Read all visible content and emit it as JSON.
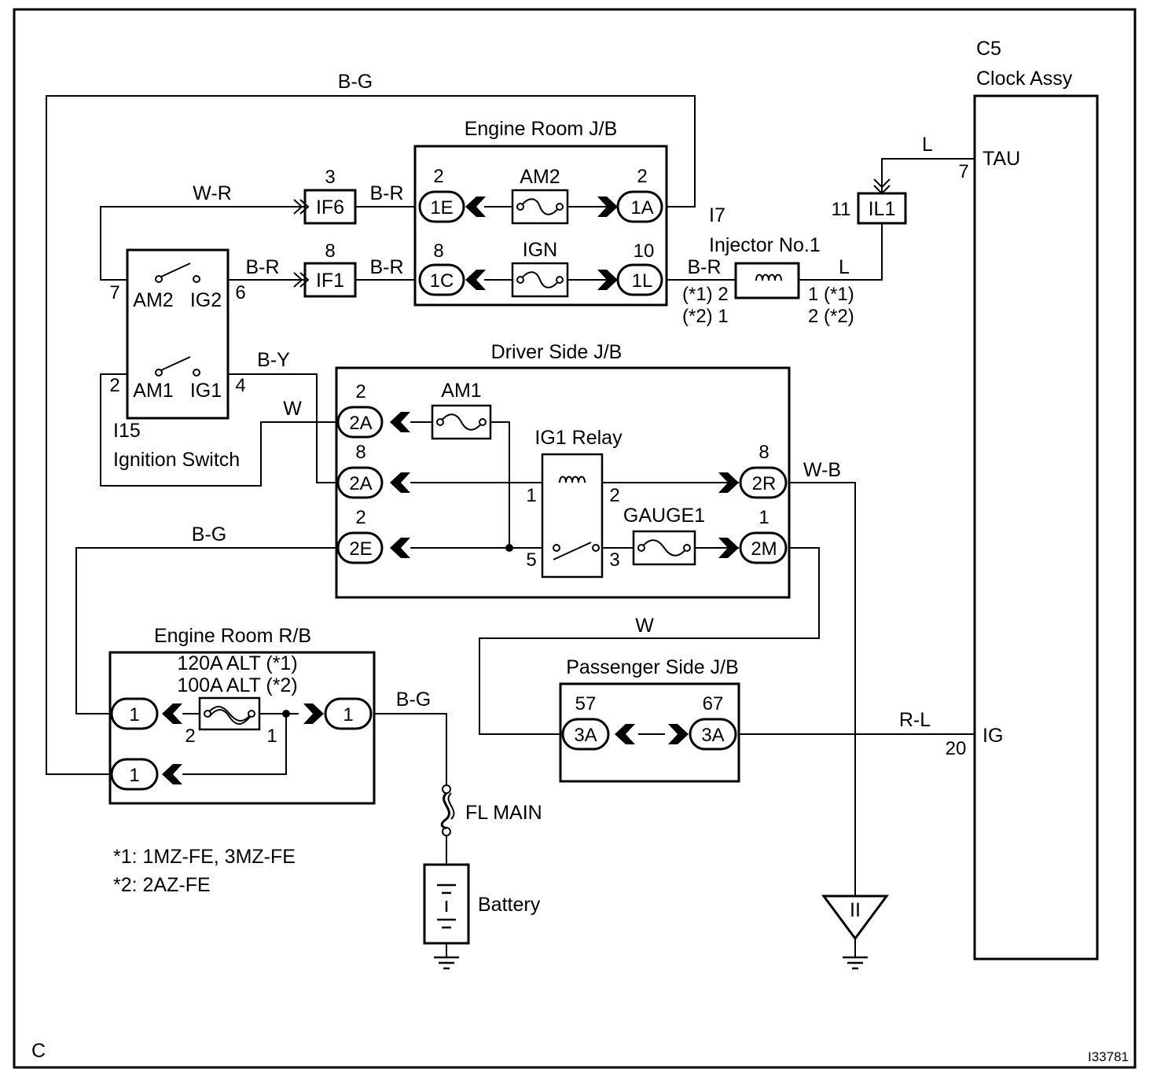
{
  "corner_letter": "C",
  "figure_code": "I33781",
  "notes": [
    "*1: 1MZ-FE, 3MZ-FE",
    "*2: 2AZ-FE"
  ],
  "components": {
    "engine_room_jb": {
      "title": "Engine Room J/B",
      "fuse_am2": "AM2",
      "fuse_ign": "IGN",
      "conn_1e": "1E",
      "conn_1e_pin": "2",
      "conn_1a": "1A",
      "conn_1a_pin": "2",
      "conn_1c": "1C",
      "conn_1c_pin": "8",
      "conn_1l": "1L",
      "conn_1l_pin": "10"
    },
    "ignition_switch": {
      "id": "I15",
      "name": "Ignition Switch",
      "am2": "AM2",
      "ig2": "IG2",
      "am1": "AM1",
      "ig1": "IG1",
      "pin_am2": "7",
      "pin_ig2": "6",
      "pin_am1": "2",
      "pin_ig1": "4"
    },
    "if6": {
      "label": "IF6",
      "pin": "3"
    },
    "if1": {
      "label": "IF1",
      "pin": "8"
    },
    "il1": {
      "label": "IL1",
      "pin": "11"
    },
    "injector": {
      "id": "I7",
      "name": "Injector No.1",
      "pin_left_1": "(*1) 2",
      "pin_left_2": "(*2) 1",
      "pin_right_1": "1 (*1)",
      "pin_right_2": "2 (*2)"
    },
    "clock": {
      "id": "C5",
      "name": "Clock Assy",
      "term_tau": "TAU",
      "pin_tau": "7",
      "term_ig": "IG",
      "pin_ig": "20"
    },
    "driver_jb": {
      "title": "Driver Side J/B",
      "fuse_am1": "AM1",
      "relay": "IG1 Relay",
      "fuse_gauge": "GAUGE1",
      "conn_2a_top": "2A",
      "conn_2a_top_pin": "2",
      "conn_2a_mid": "2A",
      "conn_2a_mid_pin": "8",
      "conn_2e": "2E",
      "conn_2e_pin": "2",
      "conn_2r": "2R",
      "conn_2r_pin": "8",
      "conn_2m": "2M",
      "conn_2m_pin": "1",
      "relay_pin1": "1",
      "relay_pin2": "2",
      "relay_pin5": "5",
      "relay_pin3": "3"
    },
    "engine_rb": {
      "title": "Engine Room R/B",
      "fuse_1": "120A ALT (*1)",
      "fuse_2": "100A ALT (*2)",
      "conn_left": "1",
      "conn_right": "1",
      "conn_bottom": "1",
      "pin_2": "2",
      "pin_1": "1"
    },
    "passenger_jb": {
      "title": "Passenger Side J/B",
      "conn_left": "3A",
      "conn_left_pin": "57",
      "conn_right": "3A",
      "conn_right_pin": "67"
    },
    "fl_main": "FL MAIN",
    "battery": "Battery",
    "ground_symbol": "II"
  },
  "wires": {
    "top_bg": "B-G",
    "w_r": "W-R",
    "b_r_1": "B-R",
    "b_r_2": "B-R",
    "b_r_3": "B-R",
    "b_r_4": "B-R",
    "b_r_inj": "B-R",
    "l_inj": "L",
    "l_tau": "L",
    "b_y": "B-Y",
    "w_sw": "W",
    "w_b": "W-B",
    "b_g_mid": "B-G",
    "w_low": "W",
    "b_g_batt": "B-G",
    "r_l": "R-L"
  }
}
